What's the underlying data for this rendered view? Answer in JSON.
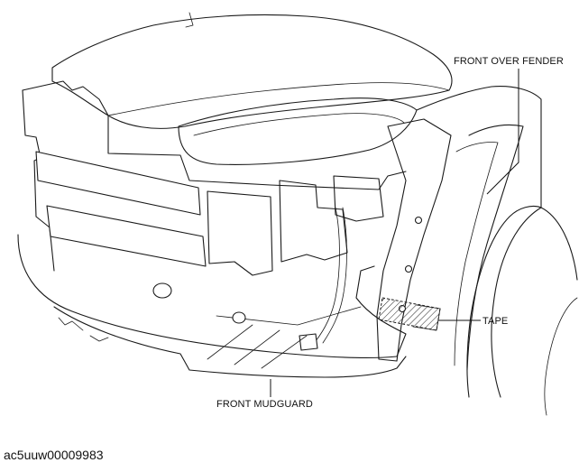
{
  "diagram": {
    "labels": {
      "front_over_fender": "FRONT OVER FENDER",
      "tape": "TAPE",
      "front_mudguard": "FRONT MUDGUARD"
    },
    "figure_code": "ac5uuw00009983",
    "line_color": "#1a1a1a",
    "background_color": "#ffffff"
  }
}
